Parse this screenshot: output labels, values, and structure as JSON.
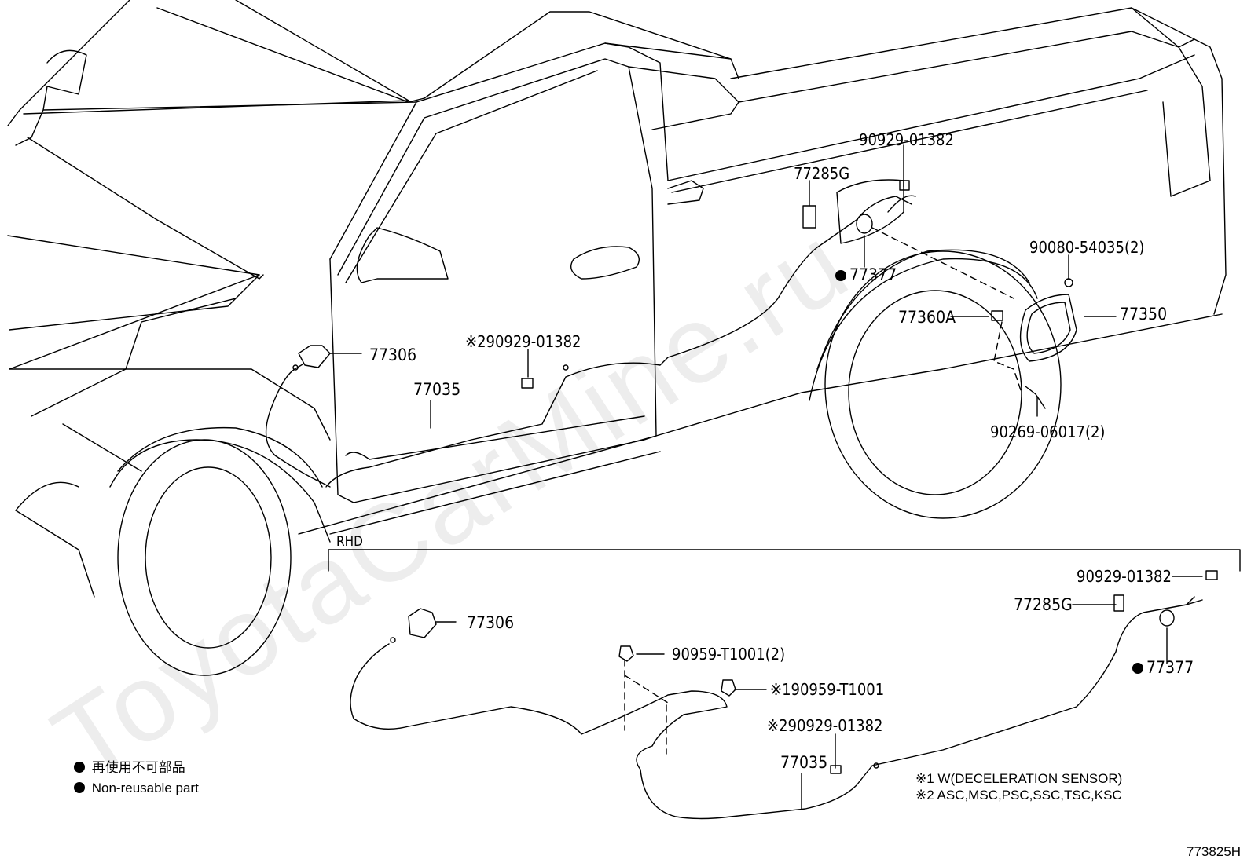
{
  "diagram": {
    "code": "773825H",
    "section_label": "RHD"
  },
  "watermark": "ToyotaCarMine.ru",
  "parts_main": {
    "p_90929_top": "90929-01382",
    "p_77285g": "77285G",
    "p_77377": "77377",
    "p_90080": "90080-54035(2)",
    "p_77360a": "77360A",
    "p_77350": "77350",
    "p_77306": "77306",
    "p_note2_90929": "※290929-01382",
    "p_77035": "77035",
    "p_90269": "90269-06017(2)"
  },
  "parts_rhd": {
    "p_90929": "90929-01382",
    "p_77285g": "77285G",
    "p_77306": "77306",
    "p_90959": "90959-T1001(2)",
    "p_note1_90959": "※190959-T1001",
    "p_note2_90929": "※290929-01382",
    "p_77035": "77035",
    "p_77377": "77377"
  },
  "legend": {
    "jp": "再使用不可部品",
    "en": "Non-reusable part"
  },
  "footnotes": {
    "n1": "※1 W(DECELERATION SENSOR)",
    "n2": "※2 ASC,MSC,PSC,SSC,TSC,KSC"
  }
}
